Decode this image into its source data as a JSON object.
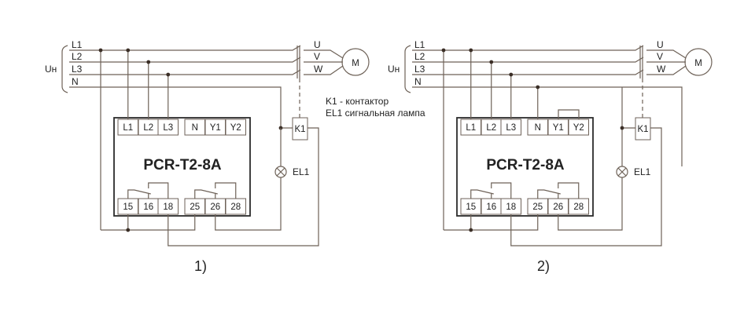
{
  "diagrams": [
    {
      "caption": "1)",
      "device_label": "PCR-T2-8A",
      "supply_label": "Uн",
      "bus_labels": [
        "L1",
        "L2",
        "L3",
        "N"
      ],
      "top_terminals": [
        "L1",
        "L2",
        "L3",
        "N",
        "Y1",
        "Y2"
      ],
      "bottom_terminals": [
        "15",
        "16",
        "18",
        "25",
        "26",
        "28"
      ],
      "motor_phases": [
        "U",
        "V",
        "W"
      ],
      "motor_label": "M",
      "contactor_label": "K1",
      "lamp_label": "EL1",
      "y1_y2_jumper": false
    },
    {
      "caption": "2)",
      "device_label": "PCR-T2-8A",
      "supply_label": "Uн",
      "bus_labels": [
        "L1",
        "L2",
        "L3",
        "N"
      ],
      "top_terminals": [
        "L1",
        "L2",
        "L3",
        "N",
        "Y1",
        "Y2"
      ],
      "bottom_terminals": [
        "15",
        "16",
        "18",
        "25",
        "26",
        "28"
      ],
      "motor_phases": [
        "U",
        "V",
        "W"
      ],
      "motor_label": "M",
      "contactor_label": "K1",
      "lamp_label": "EL1",
      "y1_y2_jumper": true
    }
  ],
  "legend": {
    "line1": "K1 - контактор",
    "line2": "EL1 сигнальная лампа"
  }
}
